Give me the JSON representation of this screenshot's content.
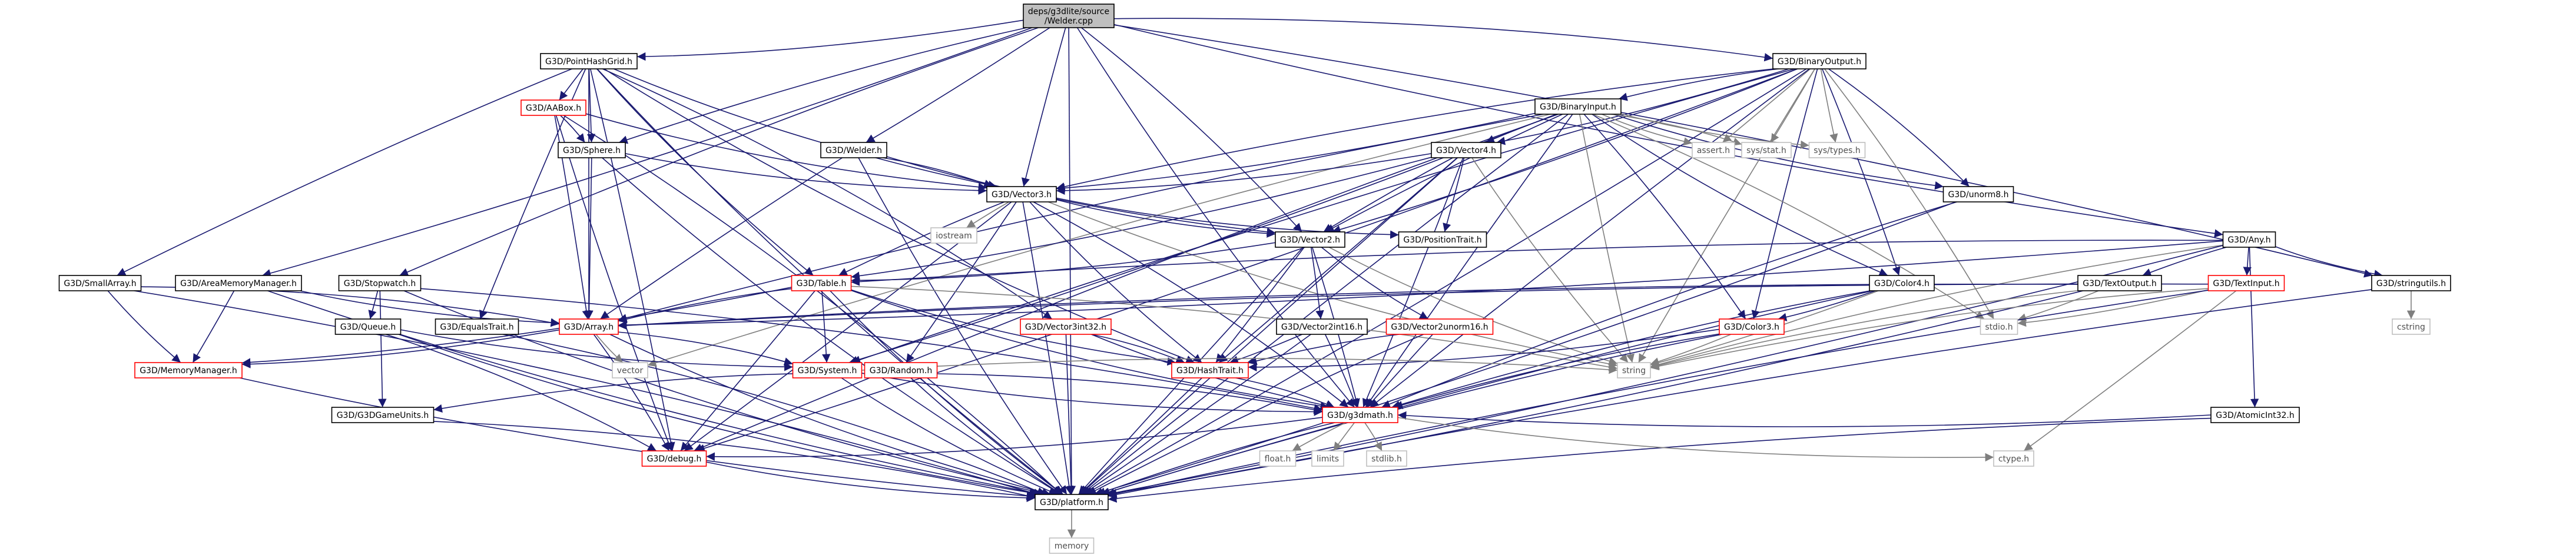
{
  "graph": {
    "root": "deps/g3dlite/source/Welder.cpp",
    "colors": {
      "edge": "#191970",
      "edge_light": "#7f7f7f",
      "root_fill": "#bfbfbf",
      "border_red": "#ff0000",
      "border_gray": "#bfbfbf"
    },
    "nodes": [
      {
        "id": "welder_cpp",
        "label": "deps/g3dlite/source\n/Welder.cpp",
        "kind": "root"
      },
      {
        "id": "pointhashgrid",
        "label": "G3D/PointHashGrid.h",
        "kind": "full"
      },
      {
        "id": "binaryoutput",
        "label": "G3D/BinaryOutput.h",
        "kind": "full"
      },
      {
        "id": "aabox",
        "label": "G3D/AABox.h",
        "kind": "truncated"
      },
      {
        "id": "binaryinput",
        "label": "G3D/BinaryInput.h",
        "kind": "full"
      },
      {
        "id": "sphere",
        "label": "G3D/Sphere.h",
        "kind": "full"
      },
      {
        "id": "welder_h",
        "label": "G3D/Welder.h",
        "kind": "full"
      },
      {
        "id": "vector4",
        "label": "G3D/Vector4.h",
        "kind": "full"
      },
      {
        "id": "assert_h",
        "label": "assert.h",
        "kind": "external"
      },
      {
        "id": "sysstat_h",
        "label": "sys/stat.h",
        "kind": "external"
      },
      {
        "id": "systypes_h",
        "label": "sys/types.h",
        "kind": "external"
      },
      {
        "id": "vector3",
        "label": "G3D/Vector3.h",
        "kind": "full"
      },
      {
        "id": "unorm8",
        "label": "G3D/unorm8.h",
        "kind": "full"
      },
      {
        "id": "iostream",
        "label": "iostream",
        "kind": "external"
      },
      {
        "id": "vector2",
        "label": "G3D/Vector2.h",
        "kind": "full"
      },
      {
        "id": "positiontrait",
        "label": "G3D/PositionTrait.h",
        "kind": "full"
      },
      {
        "id": "any",
        "label": "G3D/Any.h",
        "kind": "full"
      },
      {
        "id": "smallarray",
        "label": "G3D/SmallArray.h",
        "kind": "full"
      },
      {
        "id": "areamemorymanager",
        "label": "G3D/AreaMemoryManager.h",
        "kind": "full"
      },
      {
        "id": "stopwatch",
        "label": "G3D/Stopwatch.h",
        "kind": "full"
      },
      {
        "id": "table",
        "label": "G3D/Table.h",
        "kind": "truncated"
      },
      {
        "id": "textoutput",
        "label": "G3D/TextOutput.h",
        "kind": "full"
      },
      {
        "id": "textinput",
        "label": "G3D/TextInput.h",
        "kind": "truncated"
      },
      {
        "id": "color4",
        "label": "G3D/Color4.h",
        "kind": "full"
      },
      {
        "id": "stringutils",
        "label": "G3D/stringutils.h",
        "kind": "full"
      },
      {
        "id": "cstring",
        "label": "cstring",
        "kind": "external"
      },
      {
        "id": "queue",
        "label": "G3D/Queue.h",
        "kind": "full"
      },
      {
        "id": "equalstrait",
        "label": "G3D/EqualsTrait.h",
        "kind": "full"
      },
      {
        "id": "array",
        "label": "G3D/Array.h",
        "kind": "truncated"
      },
      {
        "id": "vector3int32",
        "label": "G3D/Vector3int32.h",
        "kind": "truncated"
      },
      {
        "id": "vector2int16",
        "label": "G3D/Vector2int16.h",
        "kind": "full"
      },
      {
        "id": "vector2unorm16",
        "label": "G3D/Vector2unorm16.h",
        "kind": "truncated"
      },
      {
        "id": "color3",
        "label": "G3D/Color3.h",
        "kind": "truncated"
      },
      {
        "id": "stdio_h",
        "label": "stdio.h",
        "kind": "external"
      },
      {
        "id": "atomicint32",
        "label": "G3D/AtomicInt32.h",
        "kind": "full"
      },
      {
        "id": "vector_ext",
        "label": "vector",
        "kind": "external"
      },
      {
        "id": "memorymanager",
        "label": "G3D/MemoryManager.h",
        "kind": "truncated"
      },
      {
        "id": "system",
        "label": "G3D/System.h",
        "kind": "truncated"
      },
      {
        "id": "random",
        "label": "G3D/Random.h",
        "kind": "truncated"
      },
      {
        "id": "hashtrait",
        "label": "G3D/HashTrait.h",
        "kind": "truncated"
      },
      {
        "id": "string_ext",
        "label": "string",
        "kind": "external"
      },
      {
        "id": "g3dgameunits",
        "label": "G3D/G3DGameUnits.h",
        "kind": "full"
      },
      {
        "id": "g3dmath",
        "label": "G3D/g3dmath.h",
        "kind": "truncated"
      },
      {
        "id": "g3ddebug",
        "label": "G3D/debug.h",
        "kind": "truncated"
      },
      {
        "id": "float_h",
        "label": "float.h",
        "kind": "external"
      },
      {
        "id": "limits",
        "label": "limits",
        "kind": "external"
      },
      {
        "id": "stdlib_h",
        "label": "stdlib.h",
        "kind": "external"
      },
      {
        "id": "ctype_h",
        "label": "ctype.h",
        "kind": "external"
      },
      {
        "id": "platform",
        "label": "G3D/platform.h",
        "kind": "full"
      },
      {
        "id": "memory_ext",
        "label": "memory",
        "kind": "external"
      }
    ],
    "edges": [
      [
        "welder_cpp",
        "pointhashgrid"
      ],
      [
        "welder_cpp",
        "binaryoutput"
      ],
      [
        "welder_cpp",
        "welder_h"
      ],
      [
        "welder_cpp",
        "sphere"
      ],
      [
        "welder_cpp",
        "vector3"
      ],
      [
        "welder_cpp",
        "vector2"
      ],
      [
        "welder_cpp",
        "any"
      ],
      [
        "welder_cpp",
        "stringutils"
      ],
      [
        "welder_cpp",
        "areamemorymanager"
      ],
      [
        "welder_cpp",
        "stopwatch"
      ],
      [
        "welder_cpp",
        "g3dmath"
      ],
      [
        "welder_cpp",
        "platform"
      ],
      [
        "pointhashgrid",
        "aabox"
      ],
      [
        "pointhashgrid",
        "sphere"
      ],
      [
        "pointhashgrid",
        "vector3"
      ],
      [
        "pointhashgrid",
        "array"
      ],
      [
        "pointhashgrid",
        "table"
      ],
      [
        "pointhashgrid",
        "smallarray"
      ],
      [
        "pointhashgrid",
        "equalstrait"
      ],
      [
        "pointhashgrid",
        "vector3int32"
      ],
      [
        "pointhashgrid",
        "hashtrait"
      ],
      [
        "pointhashgrid",
        "g3ddebug"
      ],
      [
        "pointhashgrid",
        "platform"
      ],
      [
        "aabox",
        "sphere"
      ],
      [
        "aabox",
        "vector3"
      ],
      [
        "aabox",
        "array"
      ],
      [
        "aabox",
        "g3ddebug"
      ],
      [
        "aabox",
        "platform"
      ],
      [
        "sphere",
        "vector3"
      ],
      [
        "sphere",
        "array"
      ],
      [
        "sphere",
        "platform"
      ],
      [
        "welder_h",
        "vector3"
      ],
      [
        "welder_h",
        "vector2"
      ],
      [
        "welder_h",
        "array"
      ],
      [
        "welder_h",
        "platform"
      ],
      [
        "binaryoutput",
        "binaryinput"
      ],
      [
        "binaryoutput",
        "vector4"
      ],
      [
        "binaryoutput",
        "vector3"
      ],
      [
        "binaryoutput",
        "vector2"
      ],
      [
        "binaryoutput",
        "color4"
      ],
      [
        "binaryoutput",
        "color3"
      ],
      [
        "binaryoutput",
        "unorm8"
      ],
      [
        "binaryoutput",
        "assert_h"
      ],
      [
        "binaryoutput",
        "sysstat_h"
      ],
      [
        "binaryoutput",
        "systypes_h"
      ],
      [
        "binaryoutput",
        "stdio_h"
      ],
      [
        "binaryoutput",
        "string_ext"
      ],
      [
        "binaryoutput",
        "g3dmath"
      ],
      [
        "binaryoutput",
        "g3ddebug"
      ],
      [
        "binaryoutput",
        "system"
      ],
      [
        "binaryoutput",
        "platform"
      ],
      [
        "binaryinput",
        "vector4"
      ],
      [
        "binaryinput",
        "vector3"
      ],
      [
        "binaryinput",
        "vector2"
      ],
      [
        "binaryinput",
        "color4"
      ],
      [
        "binaryinput",
        "color3"
      ],
      [
        "binaryinput",
        "unorm8"
      ],
      [
        "binaryinput",
        "array"
      ],
      [
        "binaryinput",
        "assert_h"
      ],
      [
        "binaryinput",
        "sysstat_h"
      ],
      [
        "binaryinput",
        "systypes_h"
      ],
      [
        "binaryinput",
        "stdio_h"
      ],
      [
        "binaryinput",
        "string_ext"
      ],
      [
        "binaryinput",
        "vector_ext"
      ],
      [
        "binaryinput",
        "g3dmath"
      ],
      [
        "binaryinput",
        "g3ddebug"
      ],
      [
        "binaryinput",
        "system"
      ],
      [
        "binaryinput",
        "platform"
      ],
      [
        "vector4",
        "vector3"
      ],
      [
        "vector4",
        "vector2"
      ],
      [
        "vector4",
        "table"
      ],
      [
        "vector4",
        "positiontrait"
      ],
      [
        "vector4",
        "hashtrait"
      ],
      [
        "vector4",
        "g3dmath"
      ],
      [
        "vector4",
        "string_ext"
      ],
      [
        "vector4",
        "platform"
      ],
      [
        "vector3",
        "vector2"
      ],
      [
        "vector3",
        "table"
      ],
      [
        "vector3",
        "positiontrait"
      ],
      [
        "vector3",
        "random"
      ],
      [
        "vector3",
        "hashtrait"
      ],
      [
        "vector3",
        "iostream"
      ],
      [
        "vector3",
        "string_ext"
      ],
      [
        "vector3",
        "g3dmath"
      ],
      [
        "vector3",
        "g3ddebug"
      ],
      [
        "vector3",
        "platform"
      ],
      [
        "vector2",
        "table"
      ],
      [
        "vector2",
        "vector2int16"
      ],
      [
        "vector2",
        "vector2unorm16"
      ],
      [
        "vector2",
        "hashtrait"
      ],
      [
        "vector2",
        "string_ext"
      ],
      [
        "vector2",
        "g3dmath"
      ],
      [
        "vector2",
        "platform"
      ],
      [
        "unorm8",
        "g3dmath"
      ],
      [
        "unorm8",
        "platform"
      ],
      [
        "any",
        "table"
      ],
      [
        "any",
        "array"
      ],
      [
        "any",
        "textoutput"
      ],
      [
        "any",
        "textinput"
      ],
      [
        "any",
        "atomicint32"
      ],
      [
        "any",
        "stringutils"
      ],
      [
        "any",
        "string_ext"
      ],
      [
        "any",
        "platform"
      ],
      [
        "table",
        "array"
      ],
      [
        "table",
        "memorymanager"
      ],
      [
        "table",
        "system"
      ],
      [
        "table",
        "hashtrait"
      ],
      [
        "table",
        "g3ddebug"
      ],
      [
        "table",
        "g3dmath"
      ],
      [
        "table",
        "string_ext"
      ],
      [
        "table",
        "platform"
      ],
      [
        "smallarray",
        "array"
      ],
      [
        "smallarray",
        "memorymanager"
      ],
      [
        "smallarray",
        "platform"
      ],
      [
        "areamemorymanager",
        "array"
      ],
      [
        "areamemorymanager",
        "memorymanager"
      ],
      [
        "areamemorymanager",
        "platform"
      ],
      [
        "stopwatch",
        "queue"
      ],
      [
        "stopwatch",
        "g3dgameunits"
      ],
      [
        "stopwatch",
        "g3dmath"
      ],
      [
        "stopwatch",
        "platform"
      ],
      [
        "textoutput",
        "array"
      ],
      [
        "textoutput",
        "stdio_h"
      ],
      [
        "textoutput",
        "string_ext"
      ],
      [
        "textoutput",
        "platform"
      ],
      [
        "textinput",
        "array"
      ],
      [
        "textinput",
        "stdio_h"
      ],
      [
        "textinput",
        "string_ext"
      ],
      [
        "textinput",
        "ctype_h"
      ],
      [
        "textinput",
        "platform"
      ],
      [
        "color4",
        "color3"
      ],
      [
        "color4",
        "g3dmath"
      ],
      [
        "color4",
        "string_ext"
      ],
      [
        "color4",
        "platform"
      ],
      [
        "color3",
        "hashtrait"
      ],
      [
        "color3",
        "g3dmath"
      ],
      [
        "color3",
        "string_ext"
      ],
      [
        "color3",
        "platform"
      ],
      [
        "stringutils",
        "cstring"
      ],
      [
        "stringutils",
        "platform"
      ],
      [
        "queue",
        "system"
      ],
      [
        "queue",
        "g3ddebug"
      ],
      [
        "queue",
        "platform"
      ],
      [
        "equalstrait",
        "platform"
      ],
      [
        "array",
        "memorymanager"
      ],
      [
        "array",
        "system"
      ],
      [
        "array",
        "vector_ext"
      ],
      [
        "array",
        "g3ddebug"
      ],
      [
        "array",
        "platform"
      ],
      [
        "vector3int32",
        "hashtrait"
      ],
      [
        "vector3int32",
        "g3dmath"
      ],
      [
        "vector3int32",
        "platform"
      ],
      [
        "vector2int16",
        "hashtrait"
      ],
      [
        "vector2int16",
        "g3dmath"
      ],
      [
        "vector2int16",
        "platform"
      ],
      [
        "vector2unorm16",
        "hashtrait"
      ],
      [
        "vector2unorm16",
        "g3dmath"
      ],
      [
        "vector2unorm16",
        "platform"
      ],
      [
        "atomicint32",
        "g3dmath"
      ],
      [
        "atomicint32",
        "platform"
      ],
      [
        "memorymanager",
        "platform"
      ],
      [
        "system",
        "g3dgameunits"
      ],
      [
        "system",
        "g3dmath"
      ],
      [
        "system",
        "string_ext"
      ],
      [
        "system",
        "platform"
      ],
      [
        "random",
        "g3dmath"
      ],
      [
        "random",
        "platform"
      ],
      [
        "hashtrait",
        "g3dmath"
      ],
      [
        "hashtrait",
        "platform"
      ],
      [
        "g3dgameunits",
        "platform"
      ],
      [
        "g3dmath",
        "g3ddebug"
      ],
      [
        "g3dmath",
        "float_h"
      ],
      [
        "g3dmath",
        "limits"
      ],
      [
        "g3dmath",
        "stdlib_h"
      ],
      [
        "g3dmath",
        "ctype_h"
      ],
      [
        "g3dmath",
        "platform"
      ],
      [
        "g3ddebug",
        "platform"
      ],
      [
        "platform",
        "memory_ext"
      ]
    ]
  }
}
